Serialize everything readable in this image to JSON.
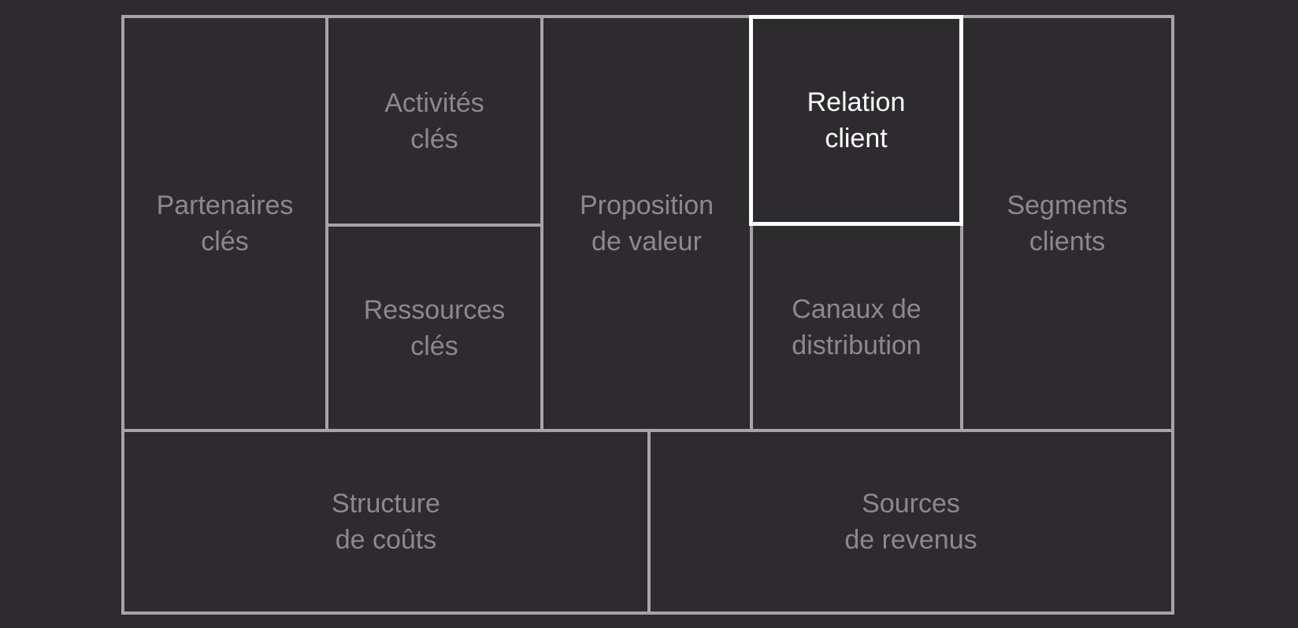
{
  "canvas": {
    "active_block": "customer_relationships",
    "blocks": {
      "key_partners": {
        "line1": "Partenaires",
        "line2": "clés"
      },
      "key_activities": {
        "line1": "Activités",
        "line2": "clés"
      },
      "key_resources": {
        "line1": "Ressources",
        "line2": "clés"
      },
      "value_proposition": {
        "line1": "Proposition",
        "line2": "de valeur"
      },
      "customer_relationships": {
        "line1": "Relation",
        "line2": "client"
      },
      "channels": {
        "line1": "Canaux de",
        "line2": "distribution"
      },
      "customer_segments": {
        "line1": "Segments",
        "line2": "clients"
      },
      "cost_structure": {
        "line1": "Structure",
        "line2": "de coûts"
      },
      "revenue_streams": {
        "line1": "Sources",
        "line2": "de revenus"
      }
    }
  }
}
